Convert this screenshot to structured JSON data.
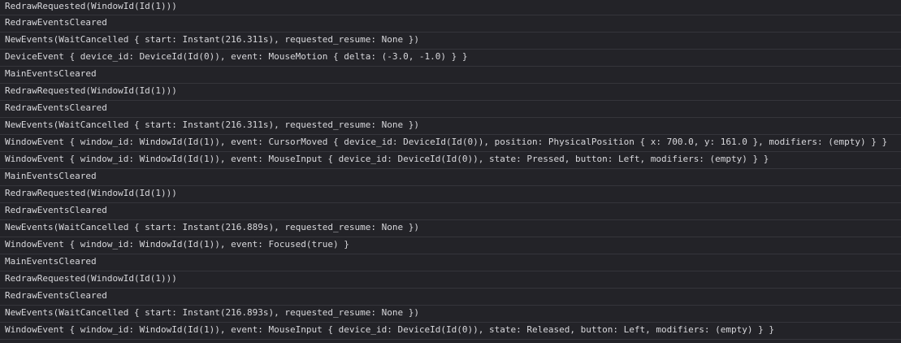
{
  "log": {
    "lines": [
      "RedrawRequested(WindowId(Id(1)))",
      "RedrawEventsCleared",
      "NewEvents(WaitCancelled { start: Instant(216.311s), requested_resume: None })",
      "DeviceEvent { device_id: DeviceId(Id(0)), event: MouseMotion { delta: (-3.0, -1.0) } }",
      "MainEventsCleared",
      "RedrawRequested(WindowId(Id(1)))",
      "RedrawEventsCleared",
      "NewEvents(WaitCancelled { start: Instant(216.311s), requested_resume: None })",
      "WindowEvent { window_id: WindowId(Id(1)), event: CursorMoved { device_id: DeviceId(Id(0)), position: PhysicalPosition { x: 700.0, y: 161.0 }, modifiers: (empty) } }",
      "WindowEvent { window_id: WindowId(Id(1)), event: MouseInput { device_id: DeviceId(Id(0)), state: Pressed, button: Left, modifiers: (empty) } }",
      "MainEventsCleared",
      "RedrawRequested(WindowId(Id(1)))",
      "RedrawEventsCleared",
      "NewEvents(WaitCancelled { start: Instant(216.889s), requested_resume: None })",
      "WindowEvent { window_id: WindowId(Id(1)), event: Focused(true) }",
      "MainEventsCleared",
      "RedrawRequested(WindowId(Id(1)))",
      "RedrawEventsCleared",
      "NewEvents(WaitCancelled { start: Instant(216.893s), requested_resume: None })",
      "WindowEvent { window_id: WindowId(Id(1)), event: MouseInput { device_id: DeviceId(Id(0)), state: Released, button: Left, modifiers: (empty) } }"
    ]
  }
}
